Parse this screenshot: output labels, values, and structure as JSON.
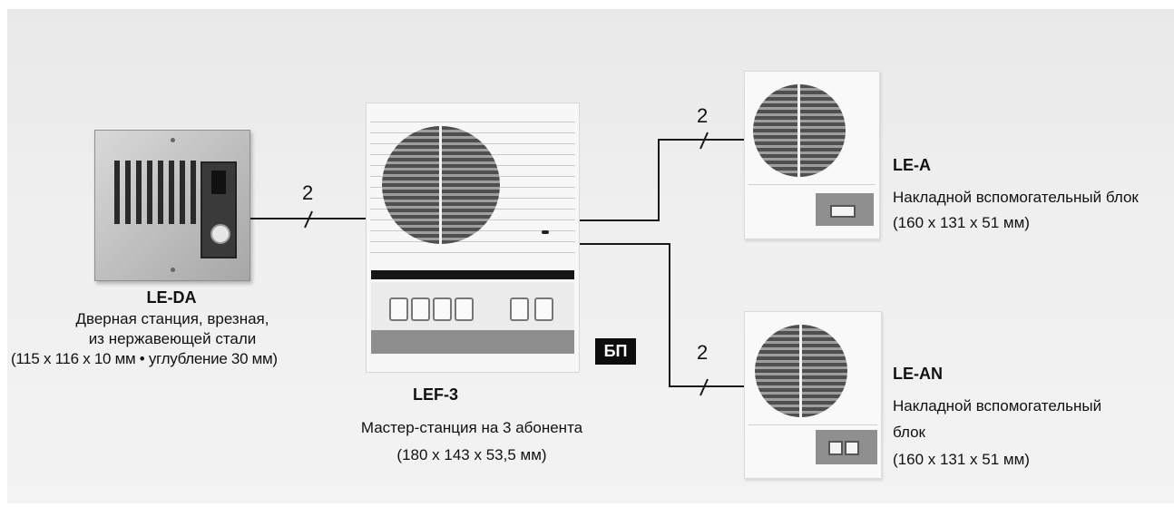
{
  "connections": {
    "door_to_master_wires": "2",
    "master_to_le_a_wires": "2",
    "master_to_le_an_wires": "2",
    "wire_color": "#1a1a1a"
  },
  "devices": {
    "le_da": {
      "model": "LE-DA",
      "desc_line1": "Дверная станция, врезная,",
      "desc_line2": "из нержавеющей стали",
      "desc_line3": "(115 x 116 x 10 мм • углубление 30 мм)"
    },
    "lef3": {
      "model": "LEF-3",
      "desc_line1": "Мастер-станция на 3 абонента",
      "desc_line2": "(180 x 143 x 53,5 мм)"
    },
    "power_supply": {
      "label": "БП"
    },
    "le_a": {
      "model": "LE-A",
      "desc_line1": "Накладной вспомогательный блок",
      "desc_line2": "(160 x 131 x 51 мм)"
    },
    "le_an": {
      "model": "LE-AN",
      "desc_line1": "Накладной вспомогательный",
      "desc_line2": "блок",
      "desc_line3": "(160 x 131 x 51 мм)"
    }
  },
  "icons": [
    "door-station-icon",
    "master-station-icon",
    "sub-station-icon"
  ]
}
